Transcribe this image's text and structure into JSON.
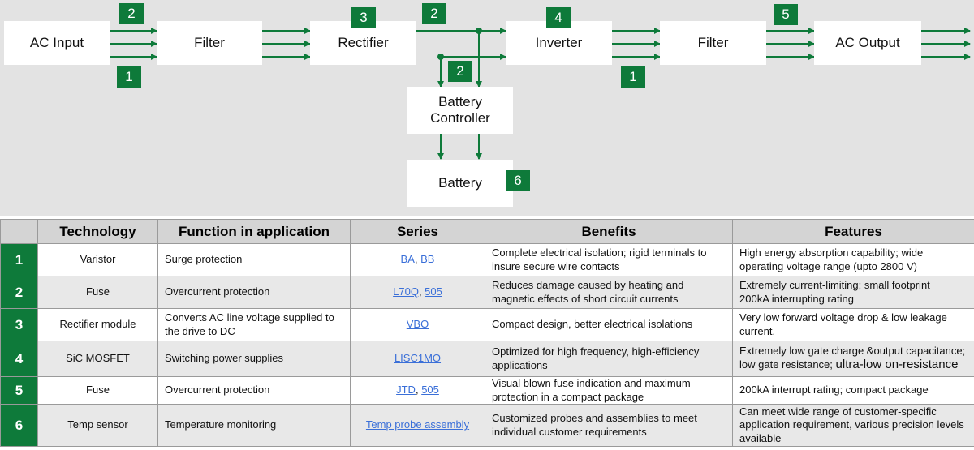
{
  "diagram": {
    "blocks": {
      "ac_input": "AC Input",
      "filter_in": "Filter",
      "rectifier": "Rectifier",
      "inverter": "Inverter",
      "filter_out": "Filter",
      "ac_output": "AC Output",
      "battery_controller_l1": "Battery",
      "battery_controller_l2": "Controller",
      "battery": "Battery"
    },
    "badges": {
      "input_top": "2",
      "input_bottom": "1",
      "rectifier": "3",
      "rect_inv_top": "2",
      "rect_controller": "2",
      "inverter": "4",
      "inv_filter_bottom": "1",
      "output": "5",
      "battery": "6"
    },
    "colors": {
      "accent": "#0e7a3a",
      "arrow": "#0e7a3a",
      "link": "#3a6fd8"
    }
  },
  "table": {
    "headers": [
      "",
      "Technology",
      "Function in application",
      "Series",
      "Benefits",
      "Features"
    ],
    "rows": [
      {
        "num": "1",
        "technology": "Varistor",
        "function": "Surge protection",
        "series": [
          {
            "text": "BA",
            "link": true
          },
          {
            "text": ", ",
            "link": false
          },
          {
            "text": "BB",
            "link": true
          }
        ],
        "benefits": "Complete electrical isolation; rigid terminals to insure secure wire contacts",
        "features": "High energy absorption capability; wide operating voltage range (upto 2800 V)"
      },
      {
        "num": "2",
        "technology": "Fuse",
        "function": "Overcurrent protection",
        "series": [
          {
            "text": "L70Q",
            "link": true
          },
          {
            "text": ", ",
            "link": false
          },
          {
            "text": "505",
            "link": true
          }
        ],
        "benefits": "Reduces damage caused by heating and magnetic effects of short circuit currents",
        "features_l1": "Extremely current-limiting; small footprint",
        "features_l2": "200kA interrupting rating"
      },
      {
        "num": "3",
        "technology": "Rectifier module",
        "function": "Converts AC line voltage supplied to the drive to DC",
        "series": [
          {
            "text": "VBO",
            "link": true
          }
        ],
        "benefits": "Compact design, better electrical isolations",
        "features": "Very low forward voltage drop & low leakage current,"
      },
      {
        "num": "4",
        "technology": "SiC MOSFET",
        "function": " Switching power supplies",
        "series": [
          {
            "text": "LISC1MO",
            "link": true
          }
        ],
        "benefits": "Optimized for high frequency, high-efficiency applications",
        "features_l1": "Extremely low gate charge &output capacitance;",
        "features_l2a": "low gate resistance; ",
        "features_l2b": "ultra-low on-resistance"
      },
      {
        "num": "5",
        "technology": "Fuse",
        "function": "Overcurrent protection",
        "series": [
          {
            "text": "JTD",
            "link": true
          },
          {
            "text": ", ",
            "link": false
          },
          {
            "text": "505",
            "link": true
          }
        ],
        "benefits": "Visual blown fuse indication and maximum protection in a compact package",
        "features": "200kA  interrupt rating; compact package"
      },
      {
        "num": "6",
        "technology": "Temp sensor",
        "function": "Temperature monitoring",
        "series": [
          {
            "text": "Temp probe assembly",
            "link": true
          }
        ],
        "benefits": "Customized probes and assemblies to meet individual customer requirements",
        "features": "Can meet wide range of customer-specific application requirement, various precision levels available"
      }
    ]
  }
}
